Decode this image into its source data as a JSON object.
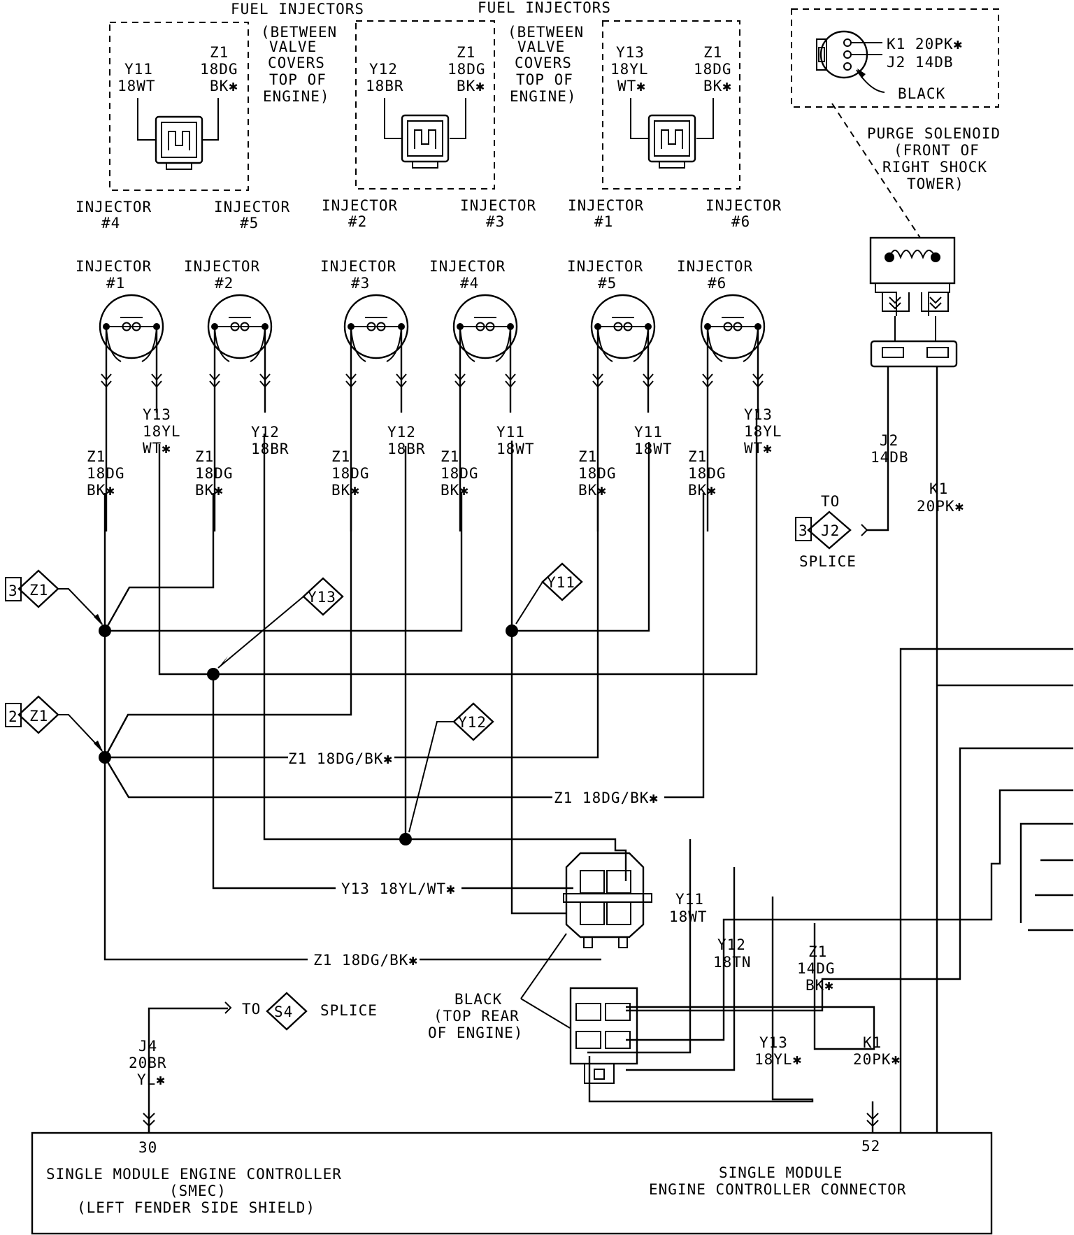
{
  "fuel_injectors_left": {
    "title": "FUEL INJECTORS",
    "note": [
      "(BETWEEN",
      "VALVE",
      "COVERS",
      "TOP OF",
      "ENGINE)"
    ],
    "connectors": [
      {
        "wire_a": [
          "Y11",
          "18WT"
        ],
        "wire_b": [
          "Z1",
          "18DG",
          "BK✱"
        ],
        "label": [
          "INJECTOR",
          "#4"
        ],
        "label2": [
          "INJECTOR",
          "#5"
        ]
      },
      {
        "wire_a": [
          "Y12",
          "18BR"
        ],
        "wire_b": [
          "Z1",
          "18DG",
          "BK✱"
        ],
        "label": [
          "INJECTOR",
          "#2"
        ],
        "label2": [
          "INJECTOR",
          "#3"
        ]
      }
    ]
  },
  "fuel_injectors_right": {
    "title": "FUEL INJECTORS",
    "note": [
      "(BETWEEN",
      "VALVE",
      "COVERS",
      "TOP OF",
      "ENGINE)"
    ],
    "connector": {
      "wire_a": [
        "Y13",
        "18YL",
        "WT✱"
      ],
      "wire_b": [
        "Z1",
        "18DG",
        "BK✱"
      ],
      "label": [
        "INJECTOR",
        "#1"
      ],
      "label2": [
        "INJECTOR",
        "#6"
      ]
    }
  },
  "purge_connector": {
    "pins": [
      "K1 20PK✱",
      "J2 14DB"
    ],
    "color": "BLACK"
  },
  "purge_solenoid": {
    "label": [
      "PURGE SOLENOID",
      "(FRONT OF",
      "RIGHT SHOCK",
      "TOWER)"
    ],
    "wire_j2": [
      "J2",
      "14DB"
    ],
    "wire_k1": [
      "K1",
      "20PK✱"
    ],
    "to": "TO",
    "splice_num": "3",
    "splice_id": "J2",
    "splice": "SPLICE"
  },
  "injectors": [
    {
      "label": [
        "INJECTOR",
        "#1"
      ],
      "left_wire": [
        "Z1",
        "18DG",
        "BK✱"
      ],
      "right_wire": [
        "Y13",
        "18YL",
        "WT✱"
      ]
    },
    {
      "label": [
        "INJECTOR",
        "#2"
      ],
      "left_wire": [
        "Z1",
        "18DG",
        "BK✱"
      ],
      "right_wire": [
        "Y12",
        "18BR"
      ]
    },
    {
      "label": [
        "INJECTOR",
        "#3"
      ],
      "left_wire": [
        "Z1",
        "18DG",
        "BK✱"
      ],
      "right_wire": [
        "Y12",
        "18BR"
      ]
    },
    {
      "label": [
        "INJECTOR",
        "#4"
      ],
      "left_wire": [
        "Z1",
        "18DG",
        "BK✱"
      ],
      "right_wire": [
        "Y11",
        "18WT"
      ]
    },
    {
      "label": [
        "INJECTOR",
        "#5"
      ],
      "left_wire": [
        "Z1",
        "18DG",
        "BK✱"
      ],
      "right_wire": [
        "Y11",
        "18WT"
      ]
    },
    {
      "label": [
        "INJECTOR",
        "#6"
      ],
      "left_wire": [
        "Z1",
        "18DG",
        "BK✱"
      ],
      "right_wire": [
        "Y13",
        "18YL",
        "WT✱"
      ]
    }
  ],
  "splices": {
    "z1_upper": {
      "num": "3",
      "id": "Z1"
    },
    "z1_lower": {
      "num": "2",
      "id": "Z1"
    },
    "y13": "Y13",
    "y11": "Y11",
    "y12": "Y12"
  },
  "harness_labels": {
    "z1_a": "Z1 18DG/BK✱",
    "z1_b": "Z1 18DG/BK✱",
    "y13": "Y13 18YL/WT✱",
    "z1_c": "Z1 18DG/BK✱"
  },
  "lower_connector": {
    "color": [
      "BLACK",
      "(TOP REAR",
      "OF ENGINE)"
    ]
  },
  "lower_wires": {
    "y11": [
      "Y11",
      "18WT"
    ],
    "y12": [
      "Y12",
      "18TN"
    ],
    "z1": [
      "Z1",
      "14DG",
      "BK✱"
    ],
    "y13": [
      "Y13",
      "18YL✱"
    ],
    "k1": [
      "K1",
      "20PK✱"
    ]
  },
  "j4": {
    "wire": [
      "J4",
      "20BR",
      "YL✱"
    ],
    "to": "TO",
    "splice_id": "S4",
    "splice": "SPLICE"
  },
  "smec": {
    "pin_left": "30",
    "pin_right": "52",
    "label": [
      "SINGLE MODULE ENGINE CONTROLLER",
      "(SMEC)",
      "(LEFT FENDER SIDE SHIELD)"
    ],
    "connector_label": [
      "SINGLE MODULE",
      "ENGINE CONTROLLER CONNECTOR"
    ]
  }
}
